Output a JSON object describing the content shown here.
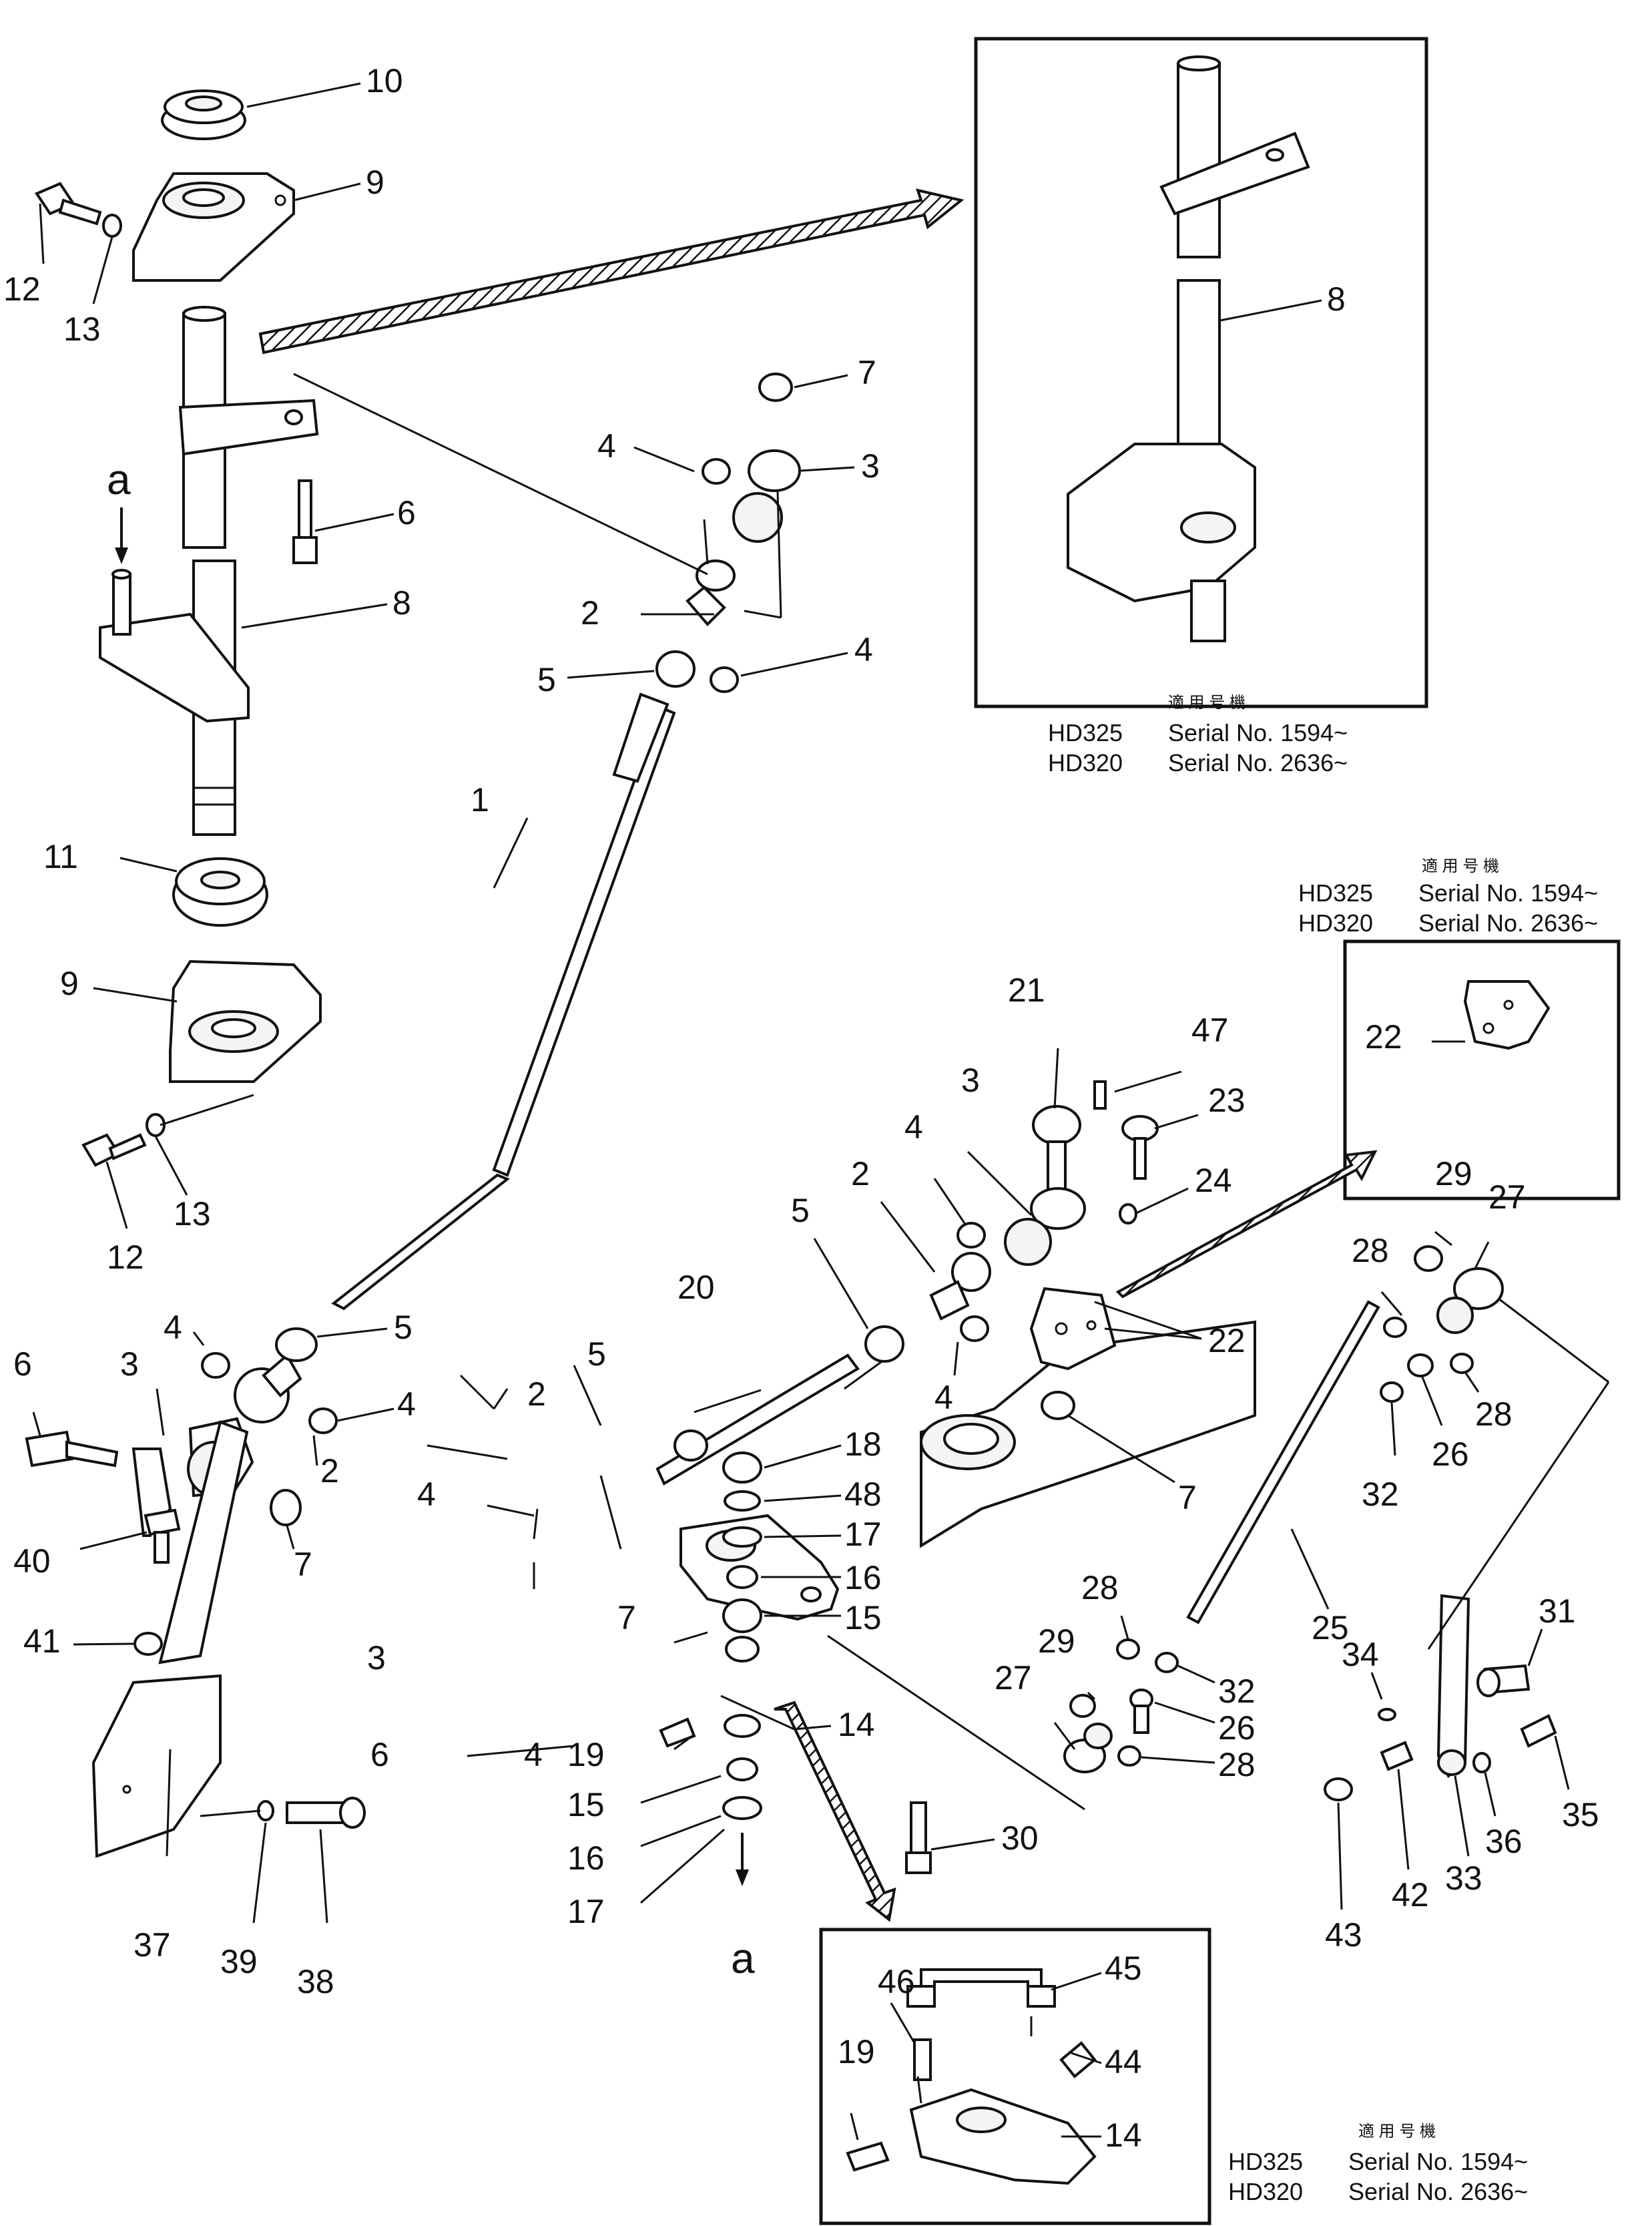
{
  "callouts": {
    "n1": "1",
    "n2": "2",
    "n3": "3",
    "n4": "4",
    "n5": "5",
    "n6": "6",
    "n7": "7",
    "n8": "8",
    "n9": "9",
    "n10": "10",
    "n11": "11",
    "n12": "12",
    "n13": "13",
    "n14": "14",
    "n15": "15",
    "n16": "16",
    "n17": "17",
    "n18": "18",
    "n19": "19",
    "n20": "20",
    "n21": "21",
    "n22": "22",
    "n23": "23",
    "n24": "24",
    "n25": "25",
    "n26": "26",
    "n27": "27",
    "n28": "28",
    "n29": "29",
    "n30": "30",
    "n31": "31",
    "n32": "32",
    "n33": "33",
    "n34": "34",
    "n35": "35",
    "n36": "36",
    "n37": "37",
    "n38": "38",
    "n39": "39",
    "n40": "40",
    "n41": "41",
    "n42": "42",
    "n43": "43",
    "n44": "44",
    "n45": "45",
    "n46": "46",
    "n47": "47",
    "n48": "48"
  },
  "markers": {
    "a": "a"
  },
  "applicability": {
    "heading": "適 用 号 機",
    "lines": [
      {
        "model": "HD325",
        "serial": "Serial No. 1594~"
      },
      {
        "model": "HD320",
        "serial": "Serial No. 2636~"
      }
    ]
  }
}
